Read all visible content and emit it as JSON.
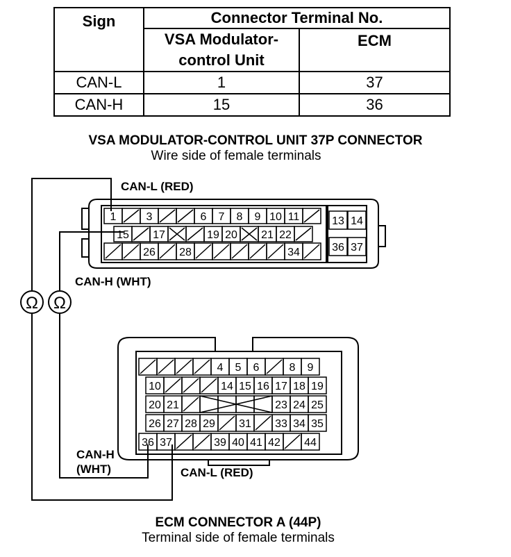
{
  "table": {
    "sign_header": "Sign",
    "connector_header": "Connector Terminal No.",
    "col_vsa": "VSA Modulator-control Unit",
    "col_vsa_line1": "VSA Modulator-",
    "col_vsa_line2": "control Unit",
    "col_ecm": "ECM",
    "rows": [
      {
        "sign": "CAN-L",
        "vsa": "1",
        "ecm": "37"
      },
      {
        "sign": "CAN-H",
        "vsa": "15",
        "ecm": "36"
      }
    ]
  },
  "vsa_connector": {
    "title": "VSA MODULATOR-CONTROL UNIT 37P CONNECTOR",
    "subtitle": "Wire side of female terminals",
    "pins": [
      "1",
      "3",
      "6",
      "7",
      "8",
      "9",
      "10",
      "11",
      "13",
      "14",
      "15",
      "17",
      "19",
      "20",
      "21",
      "22",
      "26",
      "28",
      "34",
      "36",
      "37"
    ]
  },
  "ecm_connector": {
    "title": "ECM CONNECTOR A (44P)",
    "subtitle": "Terminal side of female terminals",
    "pins": [
      "4",
      "5",
      "6",
      "8",
      "9",
      "10",
      "14",
      "15",
      "16",
      "17",
      "18",
      "19",
      "20",
      "21",
      "23",
      "24",
      "25",
      "26",
      "27",
      "28",
      "29",
      "31",
      "33",
      "34",
      "35",
      "36",
      "37",
      "39",
      "40",
      "41",
      "42",
      "44"
    ]
  },
  "wire_labels": {
    "vsa_can_l": "CAN-L (RED)",
    "vsa_can_h": "CAN-H (WHT)",
    "ecm_can_h_line1": "CAN-H",
    "ecm_can_h_line2": "(WHT)",
    "ecm_can_l": "CAN-L (RED)"
  },
  "meters": {
    "symbol": "Ω"
  }
}
